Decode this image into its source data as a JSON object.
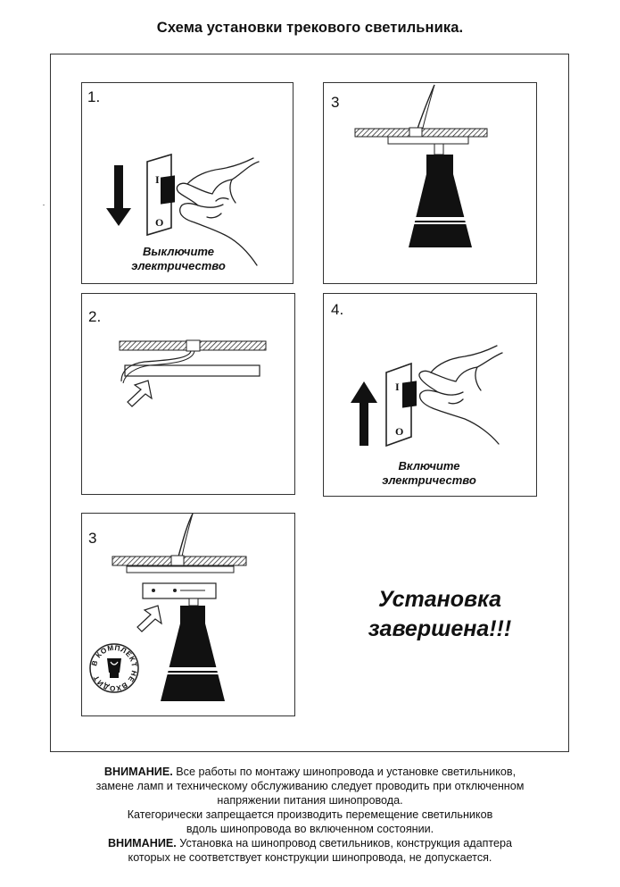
{
  "title": "Схема установки трекового светильника.",
  "panels": {
    "p1": {
      "number": "1.",
      "caption_line1": "Выключите",
      "caption_line2": "электричество",
      "switch_on": "I",
      "switch_off": "O"
    },
    "p2": {
      "number": "2."
    },
    "p3a": {
      "number": "3"
    },
    "p4": {
      "number": "4.",
      "caption_line1": "Включите",
      "caption_line2": "электричество",
      "switch_on": "I",
      "switch_off": "O"
    },
    "p5": {
      "number": "3",
      "stamp_text": "В КОМПЛЕКТ НЕ ВХОДИТ"
    }
  },
  "completed": {
    "line1": "Установка",
    "line2": "завершена!!!"
  },
  "notes": {
    "n1_label": "ВНИМАНИЕ.",
    "n1_text": " Все работы по монтажу шинопровода и установке светильников,",
    "n2": "замене ламп и техническому обслуживанию следует проводить при отключенном",
    "n3": "напряжении питания шинопровода.",
    "n4": "Категорически запрещается производить перемещение светильников",
    "n5": "вдоль шинопровода во включенном состоянии.",
    "n6_label": "ВНИМАНИЕ.",
    "n6_text": " Установка на шинопровод светильников, конструкция адаптера",
    "n7": "которых не соответствует конструкции шинопровода, не допускается."
  },
  "icons": [
    "arrow-down-icon",
    "arrow-up-icon",
    "hand-icon",
    "wall-switch-icon",
    "lamp-bulb-icon"
  ]
}
